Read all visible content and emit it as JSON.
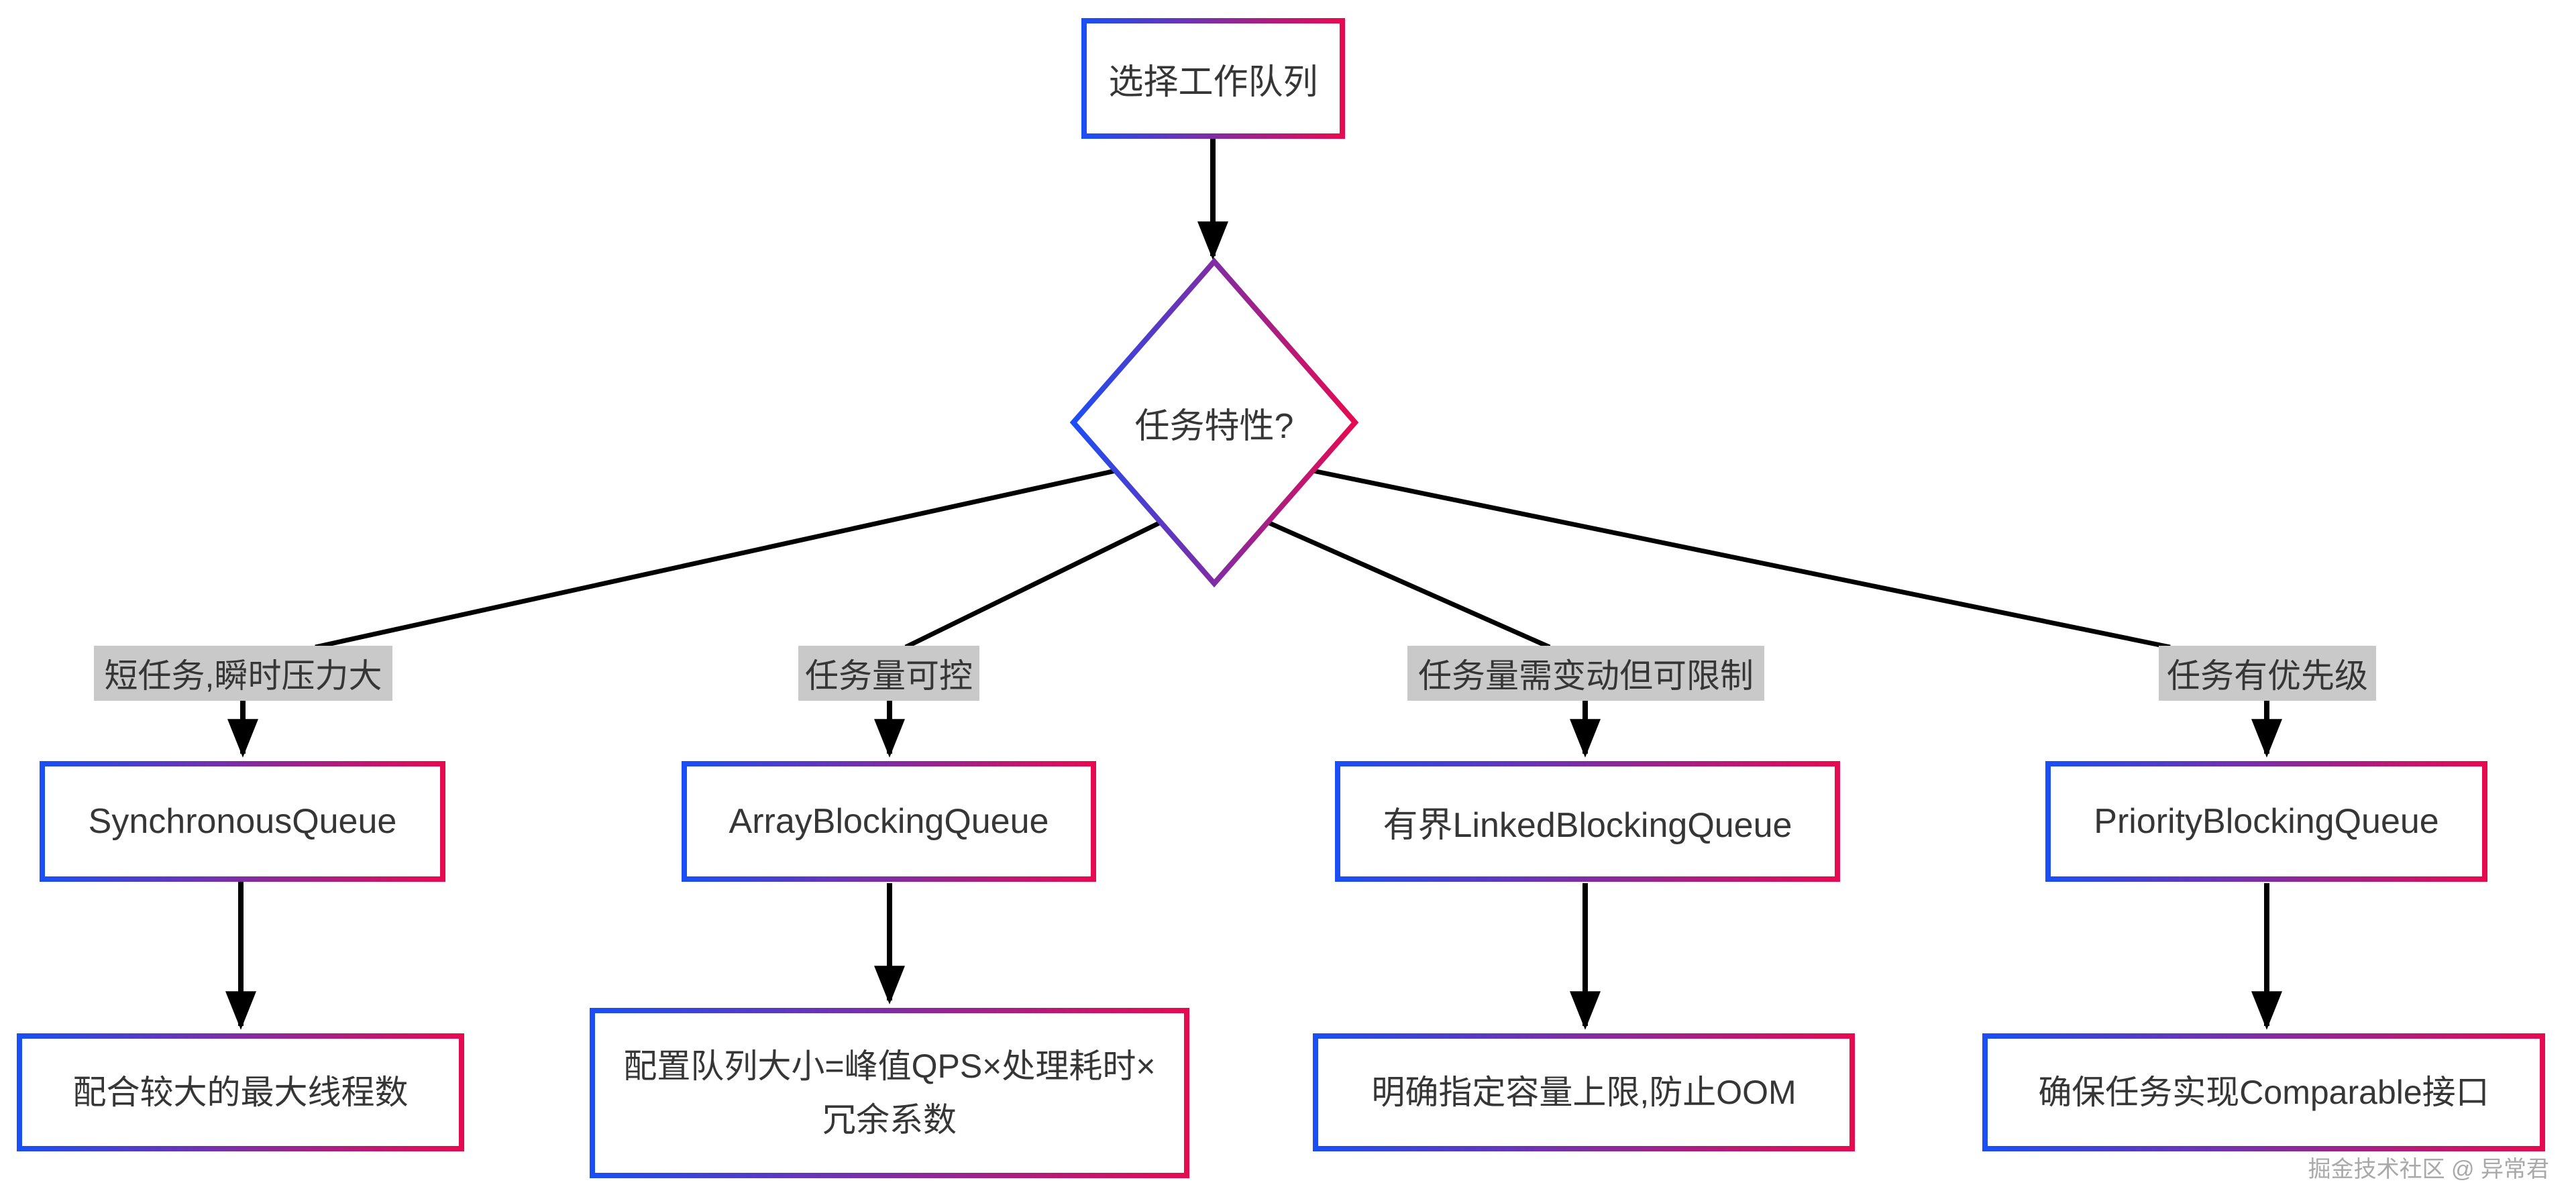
{
  "title": "选择工作队列",
  "decision": "任务特性?",
  "branches": [
    {
      "condition": "短任务,瞬时压力大",
      "queue": "SynchronousQueue",
      "advice": "配合较大的最大线程数"
    },
    {
      "condition": "任务量可控",
      "queue": "ArrayBlockingQueue",
      "advice": "配置队列大小=峰值QPS×处理耗时×冗余系数"
    },
    {
      "condition": "任务量需变动但可限制",
      "queue": "有界LinkedBlockingQueue",
      "advice": "明确指定容量上限,防止OOM"
    },
    {
      "condition": "任务有优先级",
      "queue": "PriorityBlockingQueue",
      "advice": "确保任务实现Comparable接口"
    }
  ],
  "watermark": "掘金技术社区 @ 异常君",
  "colors": {
    "border_gradient_start": "#1b4ef5",
    "border_gradient_end": "#e60a51",
    "edge_label_background": "#c9c9c9",
    "text": "#363636",
    "line": "#000000",
    "watermark": "#a9a9a9",
    "background": "#ffffff"
  }
}
